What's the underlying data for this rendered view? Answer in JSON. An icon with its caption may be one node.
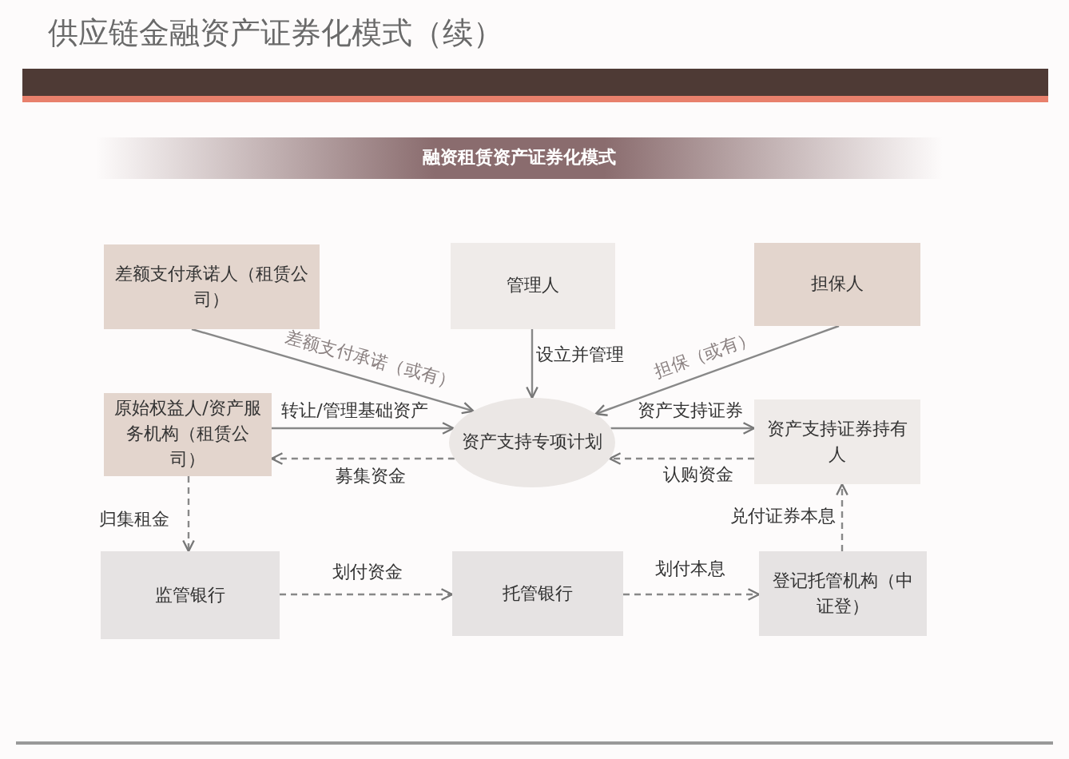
{
  "diagram": {
    "title": "供应链金融资产证券化模式（续）",
    "nodes": [
      {
        "text": [
          "融资租赁资产证券化模式"
        ]
      },
      {
        "text": [
          "差额支付承诺人（租赁公司）"
        ]
      },
      {
        "text": [
          "管理人"
        ]
      },
      {
        "text": [
          "担保人"
        ]
      },
      {
        "text": [
          "原始权益人/资产服务机构（租赁公司）"
        ]
      },
      {
        "text": [
          "资产支持专项计划"
        ]
      },
      {
        "text": [
          "资产支持证券持有人"
        ]
      },
      {
        "text": [
          "监管银行"
        ]
      },
      {
        "text": [
          "托管银行"
        ]
      },
      {
        "text": [
          "登记托管机构（中证登）"
        ]
      }
    ],
    "edges": [
      {
        "from": 1,
        "to": 5,
        "arrow": "to",
        "label": "差额支付承诺（或有）"
      },
      {
        "from": 2,
        "to": 5,
        "arrow": "to",
        "label": "设立并管理"
      },
      {
        "from": 3,
        "to": 5,
        "arrow": "to",
        "label": "担保（或有）"
      },
      {
        "from": 4,
        "to": 5,
        "arrow": "to",
        "label": "转让/管理基础资产"
      },
      {
        "from": 5,
        "to": 4,
        "arrow": "to",
        "label": "募集资金",
        "style": "dashed"
      },
      {
        "from": 5,
        "to": 6,
        "arrow": "to",
        "label": "资产支持证券"
      },
      {
        "from": 6,
        "to": 5,
        "arrow": "to",
        "label": "认购资金",
        "style": "dashed"
      },
      {
        "from": 4,
        "to": 7,
        "arrow": "to",
        "label": "归集租金",
        "style": "dashed"
      },
      {
        "from": 7,
        "to": 8,
        "arrow": "to",
        "label": "划付资金",
        "style": "dashed"
      },
      {
        "from": 8,
        "to": 9,
        "arrow": "to",
        "label": "划付本息",
        "style": "dashed"
      },
      {
        "from": 9,
        "to": 6,
        "arrow": "to",
        "label": "兑付证券本息",
        "style": "dashed"
      }
    ]
  }
}
